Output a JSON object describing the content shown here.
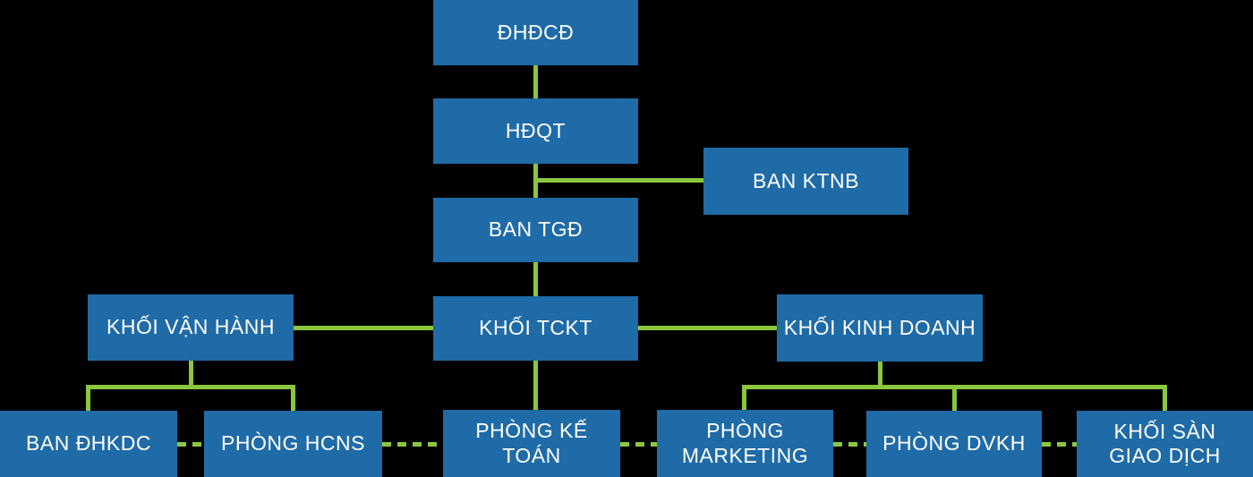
{
  "diagram": {
    "type": "org-chart",
    "colors": {
      "background": "#000000",
      "box": "#1F6BA7",
      "connector": "#8CC63F",
      "text": "#FFFFFF"
    },
    "nodes": [
      {
        "id": "dhdcd",
        "label": "ĐHĐCĐ"
      },
      {
        "id": "hdqt",
        "label": "HĐQT"
      },
      {
        "id": "ban-ktnb",
        "label": "BAN KTNB"
      },
      {
        "id": "ban-tgd",
        "label": "BAN TGĐ"
      },
      {
        "id": "khoi-van-hanh",
        "label": "KHỐI VẬN HÀNH"
      },
      {
        "id": "khoi-tckt",
        "label": "KHỐI TCKT"
      },
      {
        "id": "khoi-kinh-doanh",
        "label": "KHỐI KINH DOANH"
      },
      {
        "id": "ban-dhkdc",
        "label": "BAN ĐHKDC"
      },
      {
        "id": "phong-hcns",
        "label": "PHÒNG HCNS"
      },
      {
        "id": "phong-ke-toan",
        "label": "PHÒNG KẾ TOÁN"
      },
      {
        "id": "phong-marketing",
        "label": "PHÒNG MARKETING"
      },
      {
        "id": "phong-dvkh",
        "label": "PHÒNG DVKH"
      },
      {
        "id": "khoi-san-giao-dich",
        "label": "KHỐI SÀN GIAO DỊCH"
      }
    ],
    "edges": [
      {
        "from": "ĐHĐCĐ",
        "to": "HĐQT",
        "style": "solid"
      },
      {
        "from": "HĐQT",
        "to": "BAN TGĐ",
        "style": "solid"
      },
      {
        "from": "HĐQT",
        "to": "BAN KTNB",
        "style": "solid"
      },
      {
        "from": "BAN TGĐ",
        "to": "KHỐI TCKT",
        "style": "solid"
      },
      {
        "from": "KHỐI TCKT",
        "to": "KHỐI VẬN HÀNH",
        "style": "solid"
      },
      {
        "from": "KHỐI TCKT",
        "to": "KHỐI KINH DOANH",
        "style": "solid"
      },
      {
        "from": "KHỐI TCKT",
        "to": "PHÒNG KẾ TOÁN",
        "style": "solid"
      },
      {
        "from": "KHỐI VẬN HÀNH",
        "to": "BAN ĐHKDC",
        "style": "solid"
      },
      {
        "from": "KHỐI VẬN HÀNH",
        "to": "PHÒNG HCNS",
        "style": "solid"
      },
      {
        "from": "KHỐI KINH DOANH",
        "to": "PHÒNG MARKETING",
        "style": "solid"
      },
      {
        "from": "KHỐI KINH DOANH",
        "to": "PHÒNG DVKH",
        "style": "solid"
      },
      {
        "from": "KHỐI KINH DOANH",
        "to": "KHỐI SÀN GIAO DỊCH",
        "style": "solid"
      },
      {
        "from": "BAN ĐHKDC",
        "to": "PHÒNG HCNS",
        "style": "dashed"
      },
      {
        "from": "PHÒNG HCNS",
        "to": "PHÒNG KẾ TOÁN",
        "style": "dashed"
      },
      {
        "from": "PHÒNG KẾ TOÁN",
        "to": "PHÒNG MARKETING",
        "style": "dashed"
      },
      {
        "from": "PHÒNG MARKETING",
        "to": "PHÒNG DVKH",
        "style": "dashed"
      },
      {
        "from": "PHÒNG DVKH",
        "to": "KHỐI SÀN GIAO DỊCH",
        "style": "dashed"
      }
    ]
  }
}
